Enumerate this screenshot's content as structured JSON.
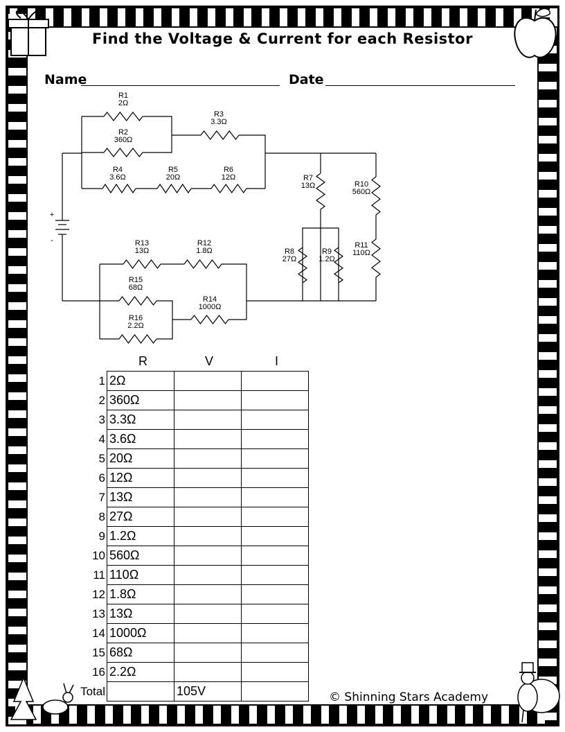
{
  "title": "Find the Voltage & Current for each Resistor",
  "name_label": "Name",
  "date_label": "Date",
  "battery": {
    "plus": "+",
    "minus": "-"
  },
  "resistors": [
    {
      "id": "R1",
      "value": "2Ω"
    },
    {
      "id": "R2",
      "value": "360Ω"
    },
    {
      "id": "R3",
      "value": "3.3Ω"
    },
    {
      "id": "R4",
      "value": "3.6Ω"
    },
    {
      "id": "R5",
      "value": "20Ω"
    },
    {
      "id": "R6",
      "value": "12Ω"
    },
    {
      "id": "R7",
      "value": "13Ω"
    },
    {
      "id": "R8",
      "value": "27Ω"
    },
    {
      "id": "R9",
      "value": "1.2Ω"
    },
    {
      "id": "R10",
      "value": "560Ω"
    },
    {
      "id": "R11",
      "value": "110Ω"
    },
    {
      "id": "R12",
      "value": "1.8Ω"
    },
    {
      "id": "R13",
      "value": "13Ω"
    },
    {
      "id": "R14",
      "value": "1000Ω"
    },
    {
      "id": "R15",
      "value": "68Ω"
    },
    {
      "id": "R16",
      "value": "2.2Ω"
    }
  ],
  "table": {
    "headers": [
      "R",
      "V",
      "I"
    ],
    "rows": [
      {
        "n": "1",
        "r": "2Ω",
        "v": "",
        "i": ""
      },
      {
        "n": "2",
        "r": "360Ω",
        "v": "",
        "i": ""
      },
      {
        "n": "3",
        "r": "3.3Ω",
        "v": "",
        "i": ""
      },
      {
        "n": "4",
        "r": "3.6Ω",
        "v": "",
        "i": ""
      },
      {
        "n": "5",
        "r": "20Ω",
        "v": "",
        "i": ""
      },
      {
        "n": "6",
        "r": "12Ω",
        "v": "",
        "i": ""
      },
      {
        "n": "7",
        "r": "13Ω",
        "v": "",
        "i": ""
      },
      {
        "n": "8",
        "r": "27Ω",
        "v": "",
        "i": ""
      },
      {
        "n": "9",
        "r": "1.2Ω",
        "v": "",
        "i": ""
      },
      {
        "n": "10",
        "r": "560Ω",
        "v": "",
        "i": ""
      },
      {
        "n": "11",
        "r": "110Ω",
        "v": "",
        "i": ""
      },
      {
        "n": "12",
        "r": "1.8Ω",
        "v": "",
        "i": ""
      },
      {
        "n": "13",
        "r": "13Ω",
        "v": "",
        "i": ""
      },
      {
        "n": "14",
        "r": "1000Ω",
        "v": "",
        "i": ""
      },
      {
        "n": "15",
        "r": "68Ω",
        "v": "",
        "i": ""
      },
      {
        "n": "16",
        "r": "2.2Ω",
        "v": "",
        "i": ""
      },
      {
        "n": "Total",
        "r": "",
        "v": "105V",
        "i": ""
      }
    ]
  },
  "footer": "© Shinning Stars Academy",
  "decorations": [
    "gift-icon",
    "apple-icon",
    "reindeer-icon",
    "turkey-icon"
  ]
}
